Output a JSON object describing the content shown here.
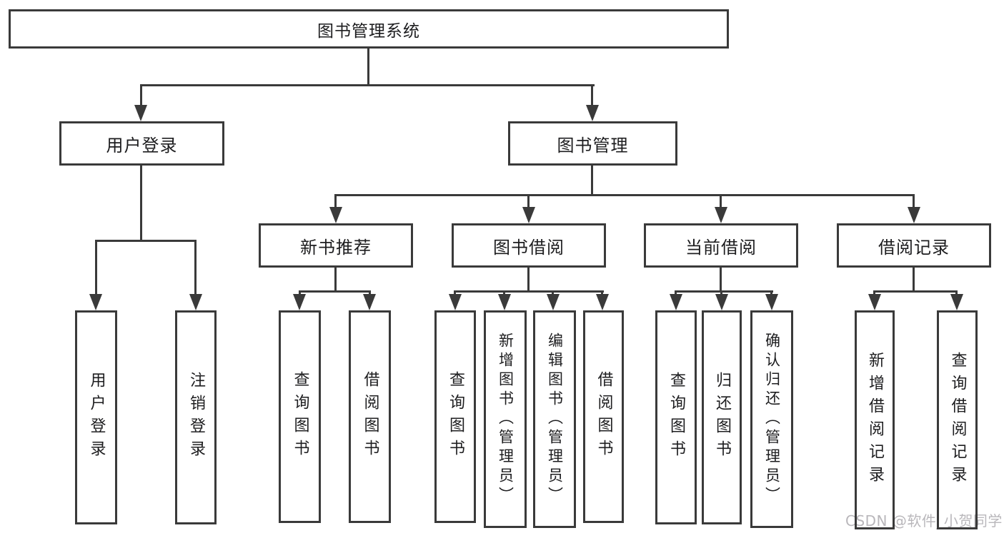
{
  "diagram": {
    "title": "图书管理系统",
    "branches": [
      {
        "label": "用户登录",
        "children": [
          {
            "label": "用户登录"
          },
          {
            "label": "注销登录"
          }
        ]
      },
      {
        "label": "图书管理",
        "children": [
          {
            "label": "新书推荐",
            "children": [
              {
                "label": "查询图书"
              },
              {
                "label": "借阅图书"
              }
            ]
          },
          {
            "label": "图书借阅",
            "children": [
              {
                "label": "查询图书"
              },
              {
                "label": "新增图书（管理员）"
              },
              {
                "label": "编辑图书（管理员）"
              },
              {
                "label": "借阅图书"
              }
            ]
          },
          {
            "label": "当前借阅",
            "children": [
              {
                "label": "查询图书"
              },
              {
                "label": "归还图书"
              },
              {
                "label": "确认归还（管理员）"
              }
            ]
          },
          {
            "label": "借阅记录",
            "children": [
              {
                "label": "新增借阅记录"
              },
              {
                "label": "查询借阅记录"
              }
            ]
          }
        ]
      }
    ]
  },
  "watermark": "CSDN @软件_小贺同学",
  "colors": {
    "line": "#3a3a3a",
    "text": "#1d1d1f",
    "background": "#ffffff",
    "watermark": "#b9b7bb"
  }
}
